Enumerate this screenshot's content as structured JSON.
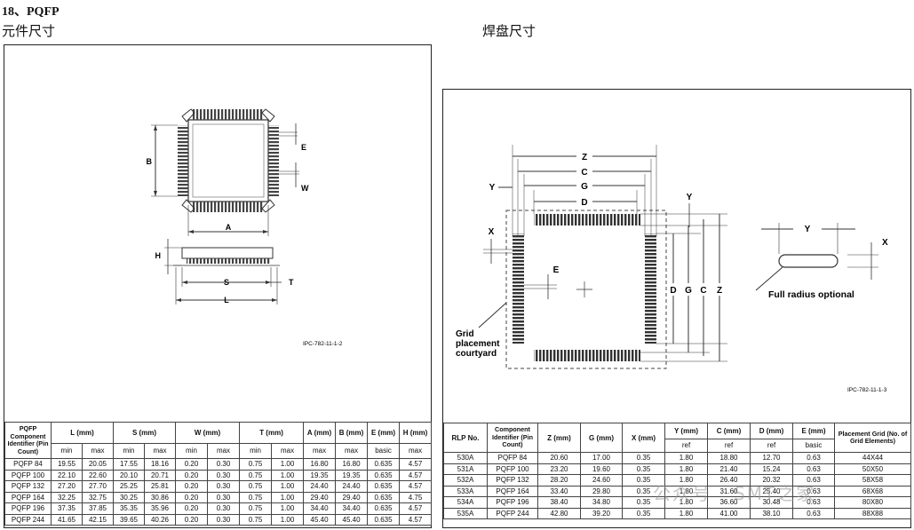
{
  "section_title": "18、PQFP",
  "left_subtitle": "元件尺寸",
  "right_subtitle": "焊盘尺寸",
  "left_drawing": {
    "labels": {
      "B": "B",
      "E": "E",
      "W": "W",
      "A": "A",
      "H": "H",
      "S": "S",
      "T": "T",
      "L": "L"
    },
    "ref": "IPC-782-11-1-2"
  },
  "right_drawing": {
    "labels": {
      "Z": "Z",
      "C": "C",
      "G": "G",
      "D": "D",
      "Y": "Y",
      "X": "X",
      "E": "E"
    },
    "grid_label": [
      "Grid",
      "placement",
      "courtyard"
    ],
    "full_radius": "Full radius optional",
    "ref": "IPC-782-11-1-3"
  },
  "left_table": {
    "head1": [
      "PQFP Component Identifier (Pin Count)",
      "L (mm)",
      "S (mm)",
      "W (mm)",
      "T (mm)",
      "A (mm)",
      "B (mm)",
      "E (mm)",
      "H (mm)"
    ],
    "head2": [
      "min",
      "max",
      "min",
      "max",
      "min",
      "max",
      "min",
      "max",
      "max",
      "max",
      "basic",
      "max"
    ],
    "rows": [
      [
        "PQFP 84",
        "19.55",
        "20.05",
        "17.55",
        "18.16",
        "0.20",
        "0.30",
        "0.75",
        "1.00",
        "16.80",
        "16.80",
        "0.635",
        "4.57"
      ],
      [
        "PQFP 100",
        "22.10",
        "22.60",
        "20.10",
        "20.71",
        "0.20",
        "0.30",
        "0.75",
        "1.00",
        "19.35",
        "19.35",
        "0.635",
        "4.57"
      ],
      [
        "PQFP 132",
        "27.20",
        "27.70",
        "25.25",
        "25.81",
        "0.20",
        "0.30",
        "0.75",
        "1.00",
        "24.40",
        "24.40",
        "0.635",
        "4.57"
      ],
      [
        "PQFP 164",
        "32.25",
        "32.75",
        "30.25",
        "30.86",
        "0.20",
        "0.30",
        "0.75",
        "1.00",
        "29.40",
        "29.40",
        "0.635",
        "4.75"
      ],
      [
        "PQFP 196",
        "37.35",
        "37.85",
        "35.35",
        "35.96",
        "0.20",
        "0.30",
        "0.75",
        "1.00",
        "34.40",
        "34.40",
        "0.635",
        "4.57"
      ],
      [
        "PQFP 244",
        "41.65",
        "42.15",
        "39.65",
        "40.26",
        "0.20",
        "0.30",
        "0.75",
        "1.00",
        "45.40",
        "45.40",
        "0.635",
        "4.57"
      ]
    ]
  },
  "right_table": {
    "head1": [
      "RLP No.",
      "Component Identifier (Pin Count)",
      "Z (mm)",
      "G (mm)",
      "X (mm)",
      "Y (mm)",
      "C (mm)",
      "D (mm)",
      "E (mm)",
      "Placement Grid (No. of Grid Elements)"
    ],
    "head2": [
      "ref",
      "ref",
      "ref",
      "basic"
    ],
    "rows": [
      [
        "530A",
        "PQFP 84",
        "20.60",
        "17.00",
        "0.35",
        "1.80",
        "18.80",
        "12.70",
        "0.63",
        "44X44"
      ],
      [
        "531A",
        "PQFP 100",
        "23.20",
        "19.60",
        "0.35",
        "1.80",
        "21.40",
        "15.24",
        "0.63",
        "50X50"
      ],
      [
        "532A",
        "PQFP 132",
        "28.20",
        "24.60",
        "0.35",
        "1.80",
        "26.40",
        "20.32",
        "0.63",
        "58X58"
      ],
      [
        "533A",
        "PQFP 164",
        "33.40",
        "29.80",
        "0.35",
        "1.80",
        "31.60",
        "25.40",
        "0.63",
        "68X68"
      ],
      [
        "534A",
        "PQFP 196",
        "38.40",
        "34.80",
        "0.35",
        "1.80",
        "36.60",
        "30.48",
        "0.63",
        "80X80"
      ],
      [
        "535A",
        "PQFP 244",
        "42.80",
        "39.20",
        "0.35",
        "1.80",
        "41.00",
        "38.10",
        "0.63",
        "88X88"
      ]
    ]
  },
  "watermark": "公众号 · SMT之家"
}
